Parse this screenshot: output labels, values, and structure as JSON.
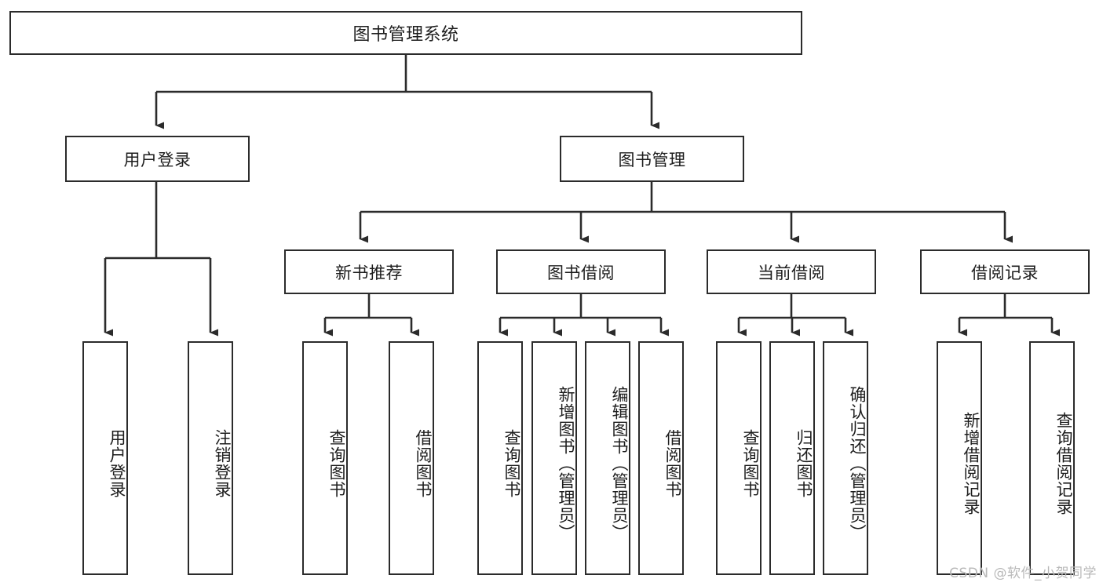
{
  "diagram": {
    "title": "图书管理系统",
    "type": "tree-hierarchy-chart",
    "stroke_color": "#2b2b2b",
    "background_color": "#ffffff",
    "text_color": "#1d1d1d",
    "root": {
      "label": "图书管理系统"
    },
    "level2": [
      {
        "label": "用户登录"
      },
      {
        "label": "图书管理"
      }
    ],
    "level3": [
      {
        "label": "新书推荐"
      },
      {
        "label": "图书借阅"
      },
      {
        "label": "当前借阅"
      },
      {
        "label": "借阅记录"
      }
    ],
    "leaves": {
      "user_login": [
        {
          "label": "用户登录"
        },
        {
          "label": "注销登录"
        }
      ],
      "new_book_recommend": [
        {
          "label": "查询图书"
        },
        {
          "label": "借阅图书"
        }
      ],
      "book_borrow": [
        {
          "label": "查询图书"
        },
        {
          "label": "新增图书（管理员）"
        },
        {
          "label": "编辑图书（管理员）"
        },
        {
          "label": "借阅图书"
        }
      ],
      "current_borrow": [
        {
          "label": "查询图书"
        },
        {
          "label": "归还图书"
        },
        {
          "label": "确认归还（管理员）"
        }
      ],
      "borrow_records": [
        {
          "label": "新增借阅记录"
        },
        {
          "label": "查询借阅记录"
        }
      ]
    }
  },
  "watermark": {
    "text": "CSDN @软件_小贺同学",
    "color": "#b9b9b9"
  }
}
